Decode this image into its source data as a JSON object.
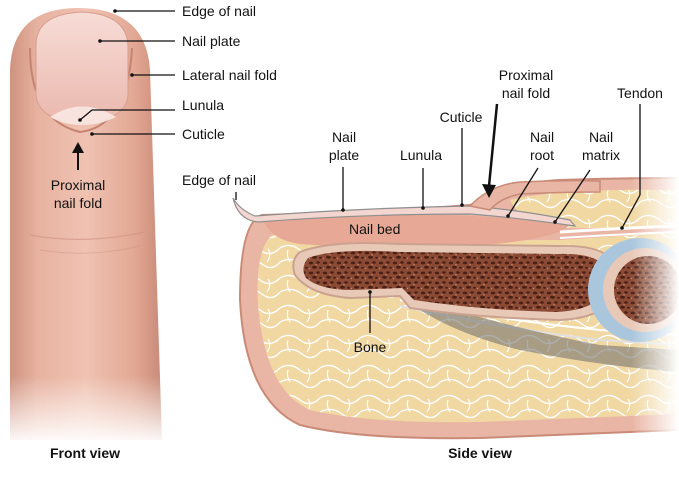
{
  "front": {
    "labels": {
      "edge_of_nail": "Edge of nail",
      "nail_plate": "Nail plate",
      "lateral_nail_fold": "Lateral nail fold",
      "lunula": "Lunula",
      "cuticle": "Cuticle",
      "proximal_nail_fold_1": "Proximal",
      "proximal_nail_fold_2": "nail fold"
    },
    "caption": "Front view"
  },
  "side": {
    "labels": {
      "edge_of_nail": "Edge of nail",
      "nail_plate_1": "Nail",
      "nail_plate_2": "plate",
      "lunula": "Lunula",
      "cuticle": "Cuticle",
      "proximal_nail_fold_1": "Proximal",
      "proximal_nail_fold_2": "nail fold",
      "nail_root_1": "Nail",
      "nail_root_2": "root",
      "nail_matrix_1": "Nail",
      "nail_matrix_2": "matrix",
      "tendon": "Tendon",
      "nail_bed": "Nail bed",
      "bone": "Bone"
    },
    "caption": "Side view"
  },
  "colors": {
    "skin": "#e9b5a4",
    "skin_dark": "#c98a78",
    "nail": "#f4d6d0",
    "fat": "#f1d8a3",
    "bone_marrow": "#7a3d2b",
    "bone_cortex": "#e8c9b8",
    "joint": "#a9c6dc"
  }
}
